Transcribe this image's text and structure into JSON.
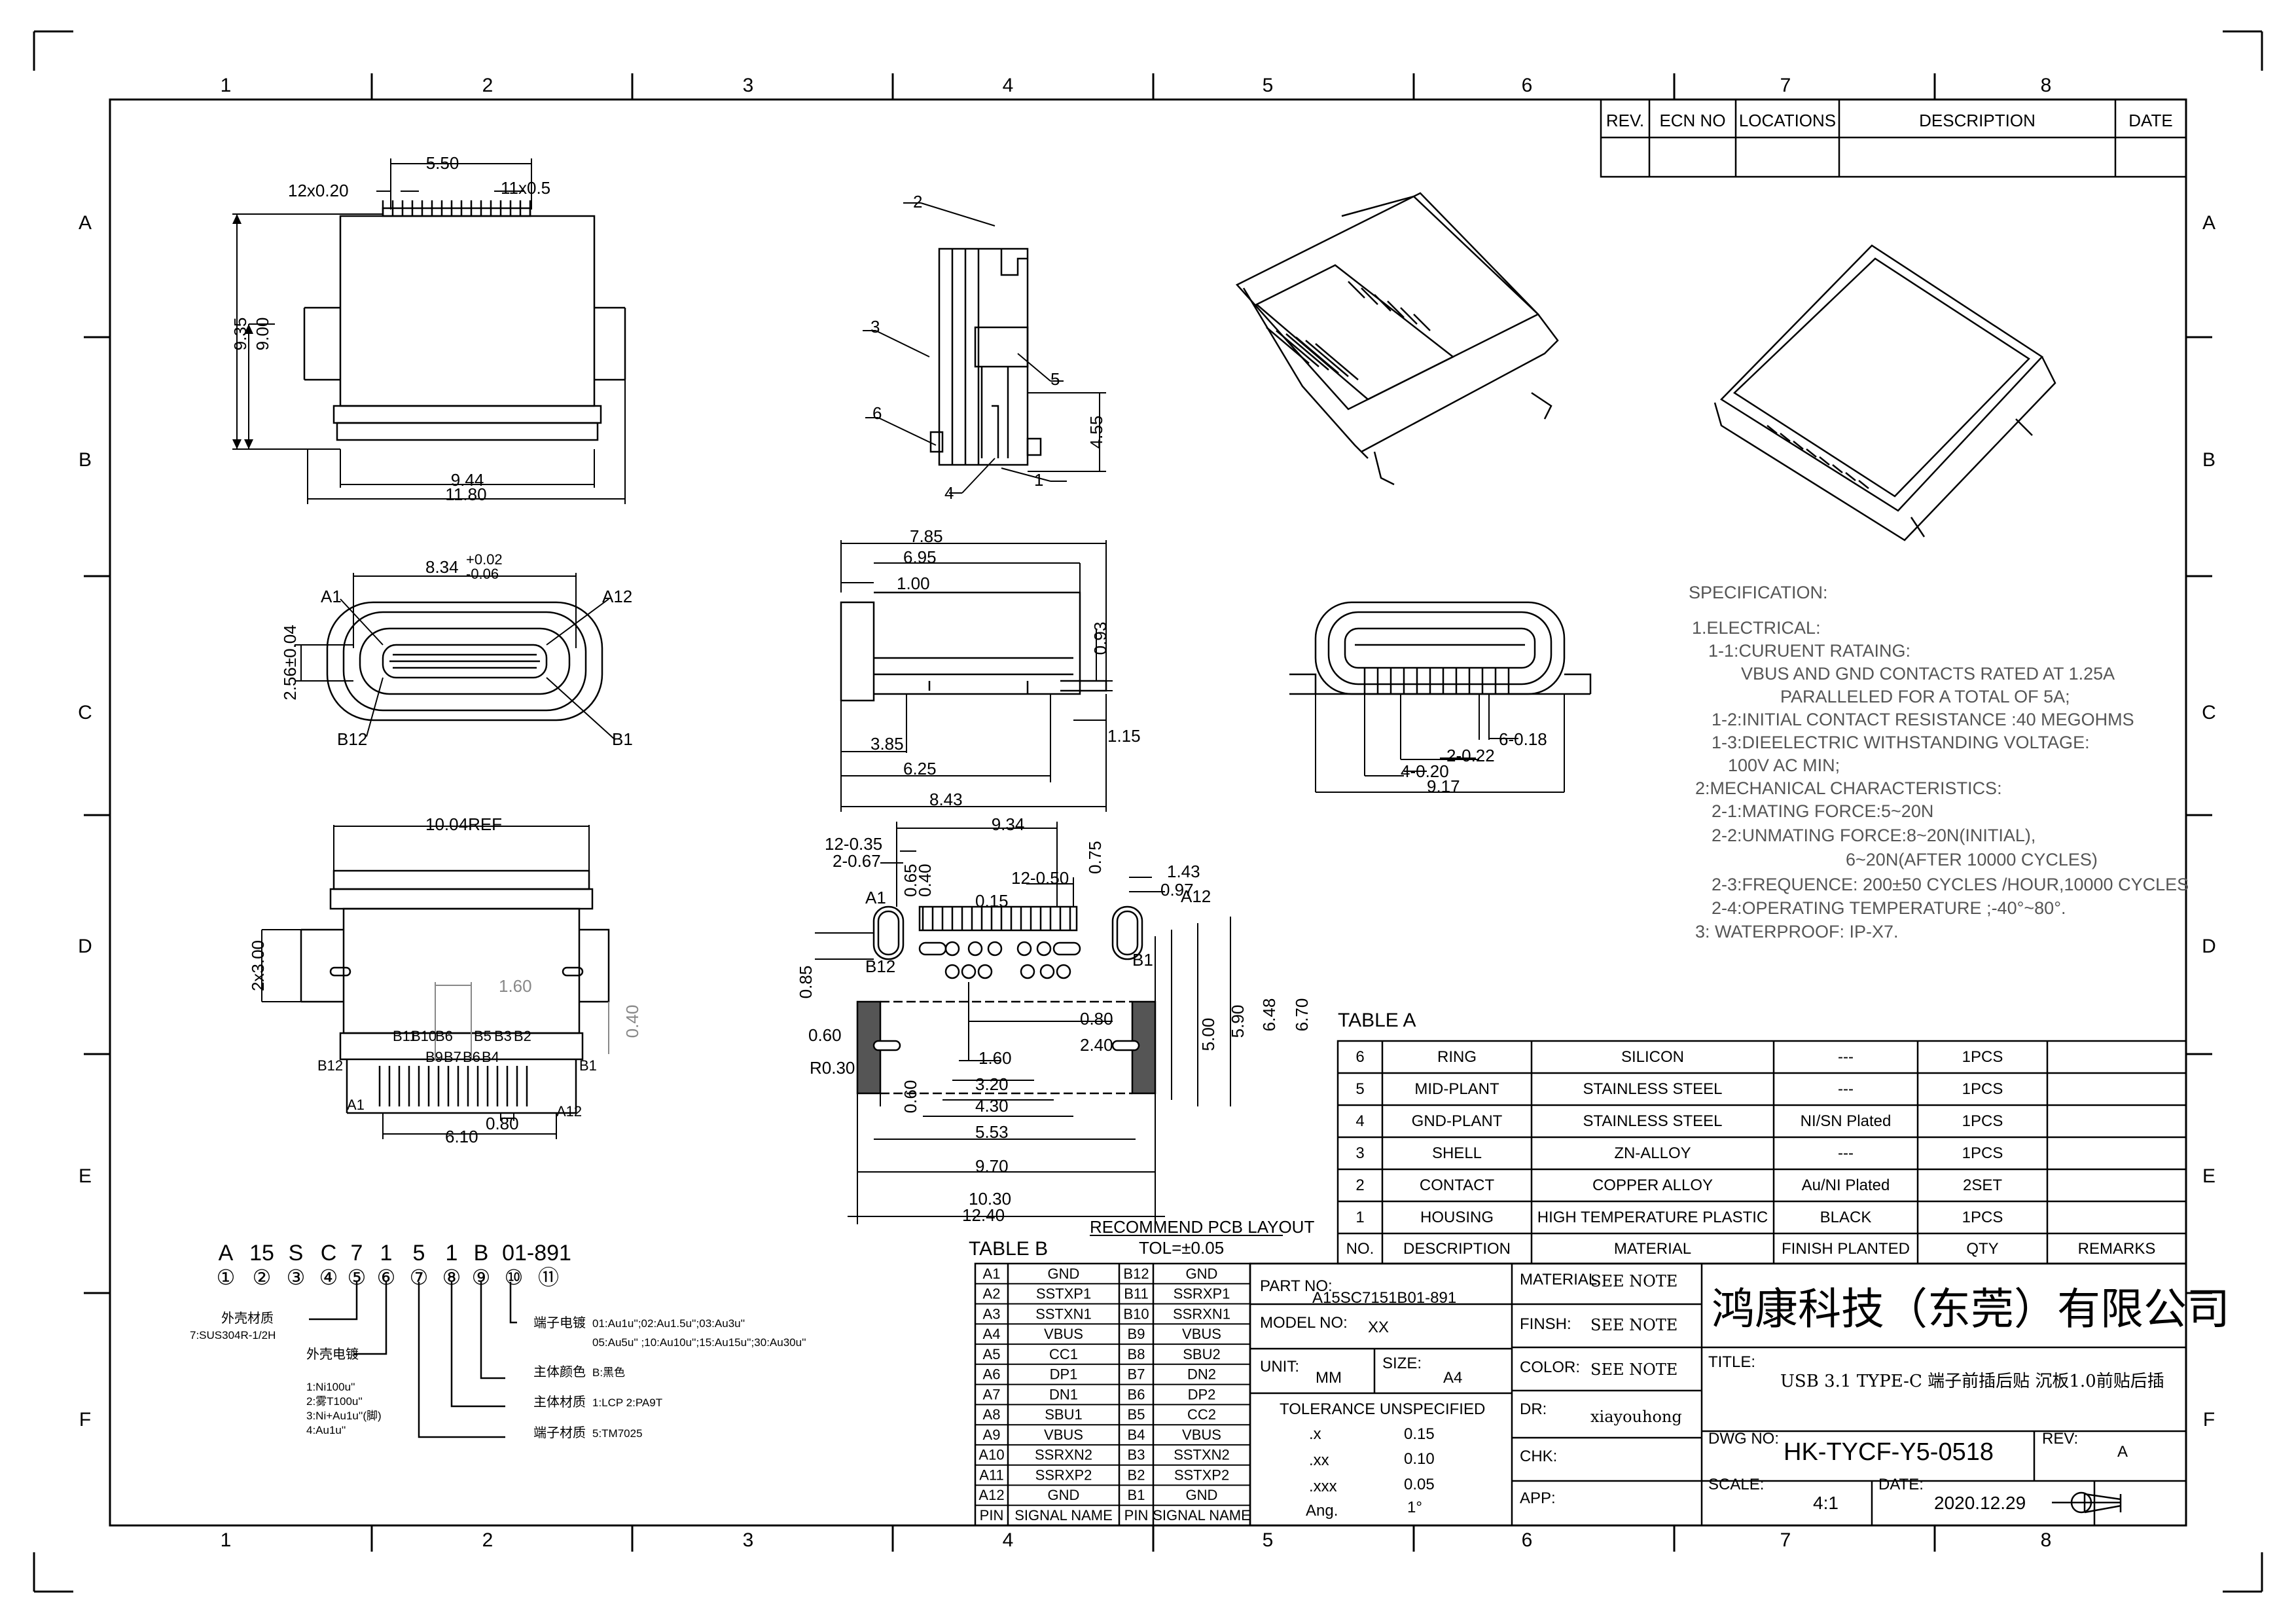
{
  "zones": {
    "cols": [
      "1",
      "2",
      "3",
      "4",
      "5",
      "6",
      "7",
      "8"
    ],
    "rows": [
      "A",
      "B",
      "C",
      "D",
      "E",
      "F"
    ]
  },
  "revision_table": {
    "headers": [
      "REV.",
      "ECN NO",
      "LOCATIONS",
      "DESCRIPTION",
      "DATE"
    ]
  },
  "views": {
    "top": {
      "pitch": "5.50",
      "pins_left": "12x0.20",
      "pins_right": "11x0.5",
      "height_outer": "9.35",
      "height_inner": "9.00",
      "width_inner": "9.44",
      "width_outer": "11.80"
    },
    "side": {
      "callouts": [
        "2",
        "3",
        "5",
        "6",
        "4",
        "1"
      ],
      "height": "4.55"
    },
    "front": {
      "width": "8.34",
      "tol_up": "+0.02",
      "tol_dn": "-0.06",
      "height": "2.56±0.04",
      "pins": [
        "A1",
        "A12",
        "B12",
        "B1"
      ]
    },
    "section": {
      "d1": "7.85",
      "d2": "6.95",
      "d3": "1.00",
      "d4": "0.93",
      "d5": "3.85",
      "d6": "1.15",
      "d7": "6.25",
      "d8": "8.43"
    },
    "front2": {
      "d1": "6-0.18",
      "d2": "2-0.22",
      "d3": "4-0.20",
      "d4": "9.17"
    },
    "bottom": {
      "ref": "10.04REF",
      "pitch": "2x3.00",
      "d_160": "1.60",
      "d_040": "0.40",
      "d_080": "0.80",
      "d_610": "6.10",
      "pins_top": [
        "B11",
        "B10",
        "B6",
        "B5",
        "B3",
        "B2"
      ],
      "pins_mid": [
        "B9",
        "B7",
        "B6",
        "B4"
      ],
      "b12": "B12",
      "b1": "B1",
      "a1": "A1",
      "a12": "A12"
    },
    "pcb": {
      "w_total": "9.34",
      "d12_035": "12-0.35",
      "d2_067": "2-0.67",
      "d065": "0.65",
      "d040": "0.40",
      "d015": "0.15",
      "d12_050": "12-0.50",
      "d075": "0.75",
      "d143": "1.43",
      "d097": "0.97",
      "a1": "A1",
      "a12": "A12",
      "b12": "B12",
      "b1": "B1",
      "d085": "0.85",
      "d060a": "0.60",
      "r030": "R0.30",
      "d060b": "0.60",
      "d080": "0.80",
      "d240": "2.40",
      "d160": "1.60",
      "d320": "3.20",
      "d430": "4.30",
      "d553": "5.53",
      "d970": "9.70",
      "d1030": "10.30",
      "d1240": "12.40",
      "d500": "5.00",
      "d590": "5.90",
      "d648": "6.48",
      "d670": "6.70",
      "title": "RECOMMEND PCB LAYOUT",
      "tol": "TOL=±0.05"
    }
  },
  "specification": [
    "SPECIFICATION:",
    "1.ELECTRICAL:",
    "1-1:CURUENT RATAING:",
    "VBUS AND GND CONTACTS RATED AT 1.25A",
    "PARALLELED FOR A TOTAL OF 5A;",
    "1-2:INITIAL CONTACT RESISTANCE :40 MEGOHMS",
    "1-3:DIEELECTRIC WITHSTANDING VOLTAGE:",
    "100V AC MIN;",
    "2:MECHANICAL CHARACTERISTICS:",
    "2-1:MATING FORCE:5~20N",
    "2-2:UNMATING FORCE:8~20N(INITIAL),",
    "6~20N(AFTER 10000 CYCLES)",
    "2-3:FREQUENCE: 200±50 CYCLES /HOUR,10000 CYCLES",
    "2-4:OPERATING TEMPERATURE ;-40°~80°.",
    "3: WATERPROOF: IP-X7."
  ],
  "table_a": {
    "title": "TABLE A",
    "rows": [
      [
        "6",
        "RING",
        "SILICON",
        "---",
        "1PCS",
        ""
      ],
      [
        "5",
        "MID-PLANT",
        "STAINLESS STEEL",
        "---",
        "1PCS",
        ""
      ],
      [
        "4",
        "GND-PLANT",
        "STAINLESS STEEL",
        "NI/SN  Plated",
        "1PCS",
        ""
      ],
      [
        "3",
        "SHELL",
        "ZN-ALLOY",
        "---",
        "1PCS",
        ""
      ],
      [
        "2",
        "CONTACT",
        "COPPER ALLOY",
        "Au/NI Plated",
        "2SET",
        ""
      ],
      [
        "1",
        "HOUSING",
        "HIGH TEMPERATURE PLASTIC",
        "BLACK",
        "1PCS",
        ""
      ]
    ],
    "headers": [
      "NO.",
      "DESCRIPTION",
      "MATERIAL",
      "FINISH PLANTED",
      "QTY",
      "REMARKS"
    ]
  },
  "table_b": {
    "title": "TABLE B",
    "rows": [
      [
        "A1",
        "GND",
        "B12",
        "GND"
      ],
      [
        "A2",
        "SSTXP1",
        "B11",
        "SSRXP1"
      ],
      [
        "A3",
        "SSTXN1",
        "B10",
        "SSRXN1"
      ],
      [
        "A4",
        "VBUS",
        "B9",
        "VBUS"
      ],
      [
        "A5",
        "CC1",
        "B8",
        "SBU2"
      ],
      [
        "A6",
        "DP1",
        "B7",
        "DN2"
      ],
      [
        "A7",
        "DN1",
        "B6",
        "DP2"
      ],
      [
        "A8",
        "SBU1",
        "B5",
        "CC2"
      ],
      [
        "A9",
        "VBUS",
        "B4",
        "VBUS"
      ],
      [
        "A10",
        "SSRXN2",
        "B3",
        "SSTXN2"
      ],
      [
        "A11",
        "SSRXP2",
        "B2",
        "SSTXP2"
      ],
      [
        "A12",
        "GND",
        "B1",
        "GND"
      ]
    ],
    "headers": [
      "PIN",
      "SIGNAL NAME",
      "PIN",
      "SIGNAL NAME"
    ]
  },
  "part_code": {
    "letters": [
      "A",
      "15",
      "S",
      "C",
      "7",
      "1",
      "5",
      "1",
      "B",
      "01-891"
    ],
    "nums": [
      "①",
      "②",
      "③",
      "④",
      "⑤",
      "⑥",
      "⑦",
      "⑧",
      "⑨",
      "⑩",
      "⑪"
    ],
    "shell_material": "外壳材质",
    "shell_material_val": "7:SUS304R-1/2H",
    "shell_plating": "外壳电镀",
    "shell_plating_opts": [
      "1:Ni100u''",
      "2:雾T100u''",
      "3:Ni+Au1u''(脚)",
      "4:Au1u''"
    ],
    "terminal_plating": "端子电镀",
    "terminal_plating_opts": [
      "01:Au1u'';02:Au1.5u'';03:Au3u''",
      "05:Au5u'' ;10:Au10u'';15:Au15u'';30:Au30u''"
    ],
    "body_color": "主体颜色",
    "body_color_val": "B:黑色",
    "body_material": "主体材质",
    "body_material_val": "1:LCP 2:PA9T",
    "terminal_material": "端子材质",
    "terminal_material_val": "5:TM7025"
  },
  "title_block": {
    "part_no_label": "PART NO:",
    "part_no": "A15SC7151B01-891",
    "model_no_label": "MODEL NO:",
    "model_no": "XX",
    "unit_label": "UNIT:",
    "unit": "MM",
    "size_label": "SIZE:",
    "size": "A4",
    "tol_title": "TOLERANCE  UNSPECIFIED",
    "tol": [
      [
        ".x",
        "0.15"
      ],
      [
        ".xx",
        "0.10"
      ],
      [
        ".xxx",
        "0.05"
      ],
      [
        "Ang.",
        "1°"
      ]
    ],
    "material_label": "MATERIAL:",
    "material": "SEE NOTE",
    "finish_label": "FINSH:",
    "finish": "SEE NOTE",
    "color_label": "COLOR:",
    "color": "SEE NOTE",
    "dr_label": "DR:",
    "dr": "xiayouhong",
    "chk_label": "CHK:",
    "app_label": "APP:",
    "company": "鸿康科技（东莞）有限公司",
    "title_label": "TITLE:",
    "title": "USB 3.1 TYPE-C 端子前插后贴  沉板1.0前贴后插",
    "dwg_label": "DWG NO:",
    "dwg_no": "HK-TYCF-Y5-0518",
    "rev_label": "REV:",
    "rev": "A",
    "scale_label": "SCALE:",
    "scale": "4:1",
    "date_label": "DATE:",
    "date": "2020.12.29"
  }
}
